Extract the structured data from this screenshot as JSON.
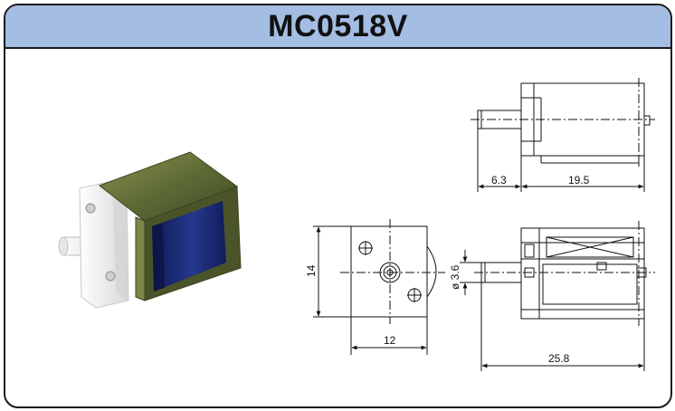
{
  "header": {
    "title": "MC0518V"
  },
  "colors": {
    "header_bg": "#a3bde3",
    "coil_blue": "#1f2f7a",
    "body_olive": "#6f7a3c",
    "housing_white": "#f2f2f2"
  },
  "dimensions": {
    "nozzle_length": "6.3",
    "body_length": "19.5",
    "height": "14",
    "width": "12",
    "nozzle_diameter": "ø 3.6",
    "total_length": "25.8"
  }
}
